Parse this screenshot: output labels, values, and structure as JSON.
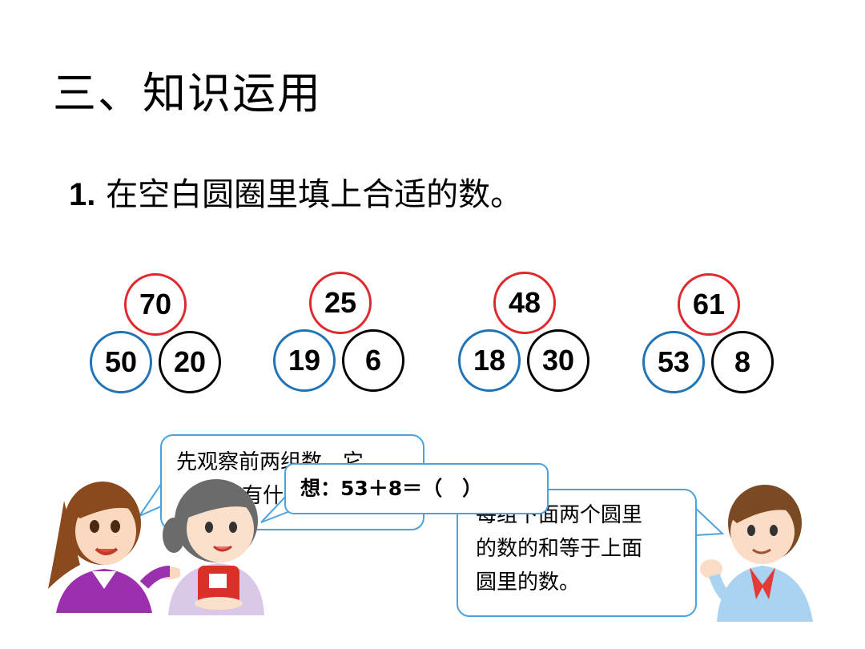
{
  "title": "三、知识运用",
  "question": {
    "number": "1.",
    "text": "在空白圆圈里填上合适的数。"
  },
  "groups": [
    {
      "top": "70",
      "left": "50",
      "right": "20"
    },
    {
      "top": "25",
      "left": "19",
      "right": "6"
    },
    {
      "top": "48",
      "left": "18",
      "right": "30"
    },
    {
      "top": "61",
      "left": "53",
      "right": "8"
    }
  ],
  "bubbles": {
    "teacher": {
      "line1": "先观察前两组数，它",
      "line2": "有什"
    },
    "girl": {
      "text": "想：53＋8＝（　）"
    },
    "boy": {
      "line1": "每组下面两个圆里",
      "line2": "的数的和等于上面",
      "line3": "圆里的数。"
    }
  },
  "colors": {
    "top_circle": "#e0282d",
    "left_circle": "#1f73b7",
    "right_circle": "#000000",
    "bubble_border": "#4aa3e0"
  },
  "icons": [
    "teacher-illustration",
    "girl-illustration",
    "boy-illustration"
  ]
}
